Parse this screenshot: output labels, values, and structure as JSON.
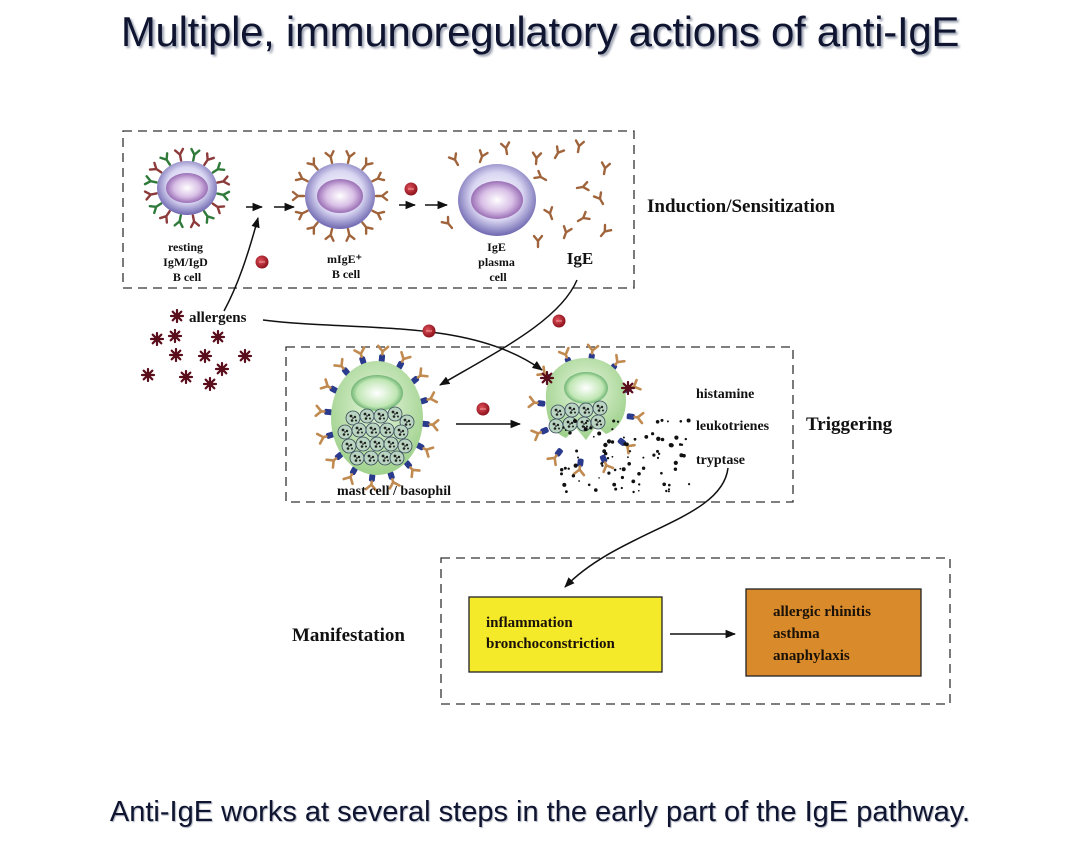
{
  "title": "Multiple, immunoregulatory actions of anti-IgE",
  "caption": "Anti-IgE works at several steps in the early part of the IgE pathway.",
  "colors": {
    "title_text": "#0f1530",
    "cell_membrane": "#b9b5e3",
    "cell_nucleus": "#a77fc0",
    "mast_cell": "#b7dfa8",
    "ige_antibody": "#a0643c",
    "igm_antibody": "#2f7a3a",
    "anti_ige": "#b3202a",
    "allergen": "#5a0e1c",
    "inflammation_box": "#f4ea2a",
    "disease_box": "#d98a2b"
  },
  "stages": {
    "induction": {
      "label": "Induction/Sensitization",
      "cells": [
        {
          "name": "resting-b-cell",
          "lines": [
            "resting",
            "IgM/IgD",
            "B cell"
          ]
        },
        {
          "name": "mige-b-cell",
          "lines": [
            "mIgE⁺",
            "B cell"
          ]
        },
        {
          "name": "ige-plasma-cell",
          "lines": [
            "IgE",
            "plasma",
            "cell"
          ]
        }
      ],
      "ige_label": "IgE"
    },
    "allergens_label": "allergens",
    "triggering": {
      "label": "Triggering",
      "cell_label": "mast cell / basophil",
      "mediators": [
        "histamine",
        "leukotrienes",
        "tryptase"
      ]
    },
    "manifestation": {
      "label": "Manifestation",
      "effects": [
        "inflammation",
        "bronchoconstriction"
      ],
      "diseases": [
        "allergic rhinitis",
        "asthma",
        "anaphylaxis"
      ]
    }
  },
  "icons": {
    "anti_ige": "anti-ige-molecule-icon",
    "allergen": "allergen-star-icon",
    "antibody": "y-shaped-antibody-icon"
  }
}
